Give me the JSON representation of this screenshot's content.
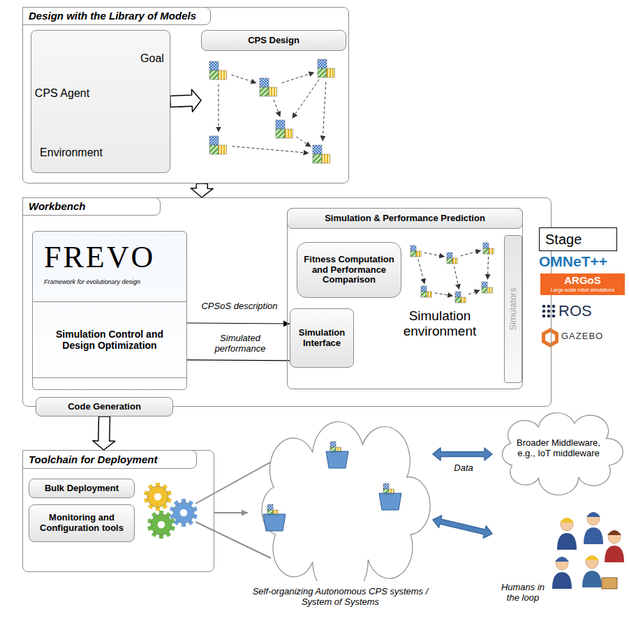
{
  "diagram": {
    "nodes": [
      {
        "text": [
          "Design with the Library of Models"
        ]
      },
      {
        "text": [
          "CPS Agent",
          "Goal",
          "Environment"
        ],
        "in": 0
      },
      {
        "text": [
          "CPS Design"
        ],
        "in": 0
      },
      {
        "text": [
          "Workbench"
        ]
      },
      {
        "text": [
          "FREVO",
          "Framework for evolutionary design",
          "Simulation Control and Design Optimization"
        ],
        "in": 3
      },
      {
        "text": [
          "Simulation & Performance Prediction",
          "Simulation environment"
        ],
        "in": 3
      },
      {
        "text": [
          "Fitness Computation and Performance Comparison"
        ],
        "in": 5
      },
      {
        "text": [
          "Simulation Interface"
        ],
        "in": 5
      },
      {
        "text": [
          "Simulators"
        ],
        "in": 5
      },
      {
        "text": [
          "Stage"
        ]
      },
      {
        "text": [
          "Code Generation"
        ],
        "in": 3
      },
      {
        "text": [
          "Toolchain for Deployment"
        ]
      },
      {
        "text": [
          "Bulk Deployment"
        ],
        "in": 11
      },
      {
        "text": [
          "Monitoring and Configuration tools"
        ],
        "in": 11
      },
      {
        "text": [
          "Self-organizing Autonomous CPS systems / System of Systems"
        ]
      },
      {
        "text": [
          "Broader Middleware, e.g., IoT middleware"
        ]
      },
      {
        "text": [
          "Humans in the loop"
        ]
      }
    ],
    "edges": [
      {
        "from": 1,
        "to": 2,
        "arrow": "to"
      },
      {
        "from": 0,
        "to": 3,
        "arrow": "to"
      },
      {
        "from": 4,
        "to": 7,
        "label": "CPSoS description",
        "arrow": "to"
      },
      {
        "from": 4,
        "to": 7,
        "label": "Simulated performance",
        "arrow": "none"
      },
      {
        "from": 10,
        "to": 11,
        "arrow": "to"
      },
      {
        "from": 11,
        "to": 14,
        "arrow": "to"
      },
      {
        "from": 14,
        "to": 15,
        "label": "Data",
        "arrow": "both"
      },
      {
        "from": 14,
        "to": 16,
        "arrow": "both"
      }
    ],
    "labels": [
      "OMNeT++",
      "ARGoS",
      "Large-scale robot simulations",
      "ROS",
      "GAZEBO"
    ]
  }
}
